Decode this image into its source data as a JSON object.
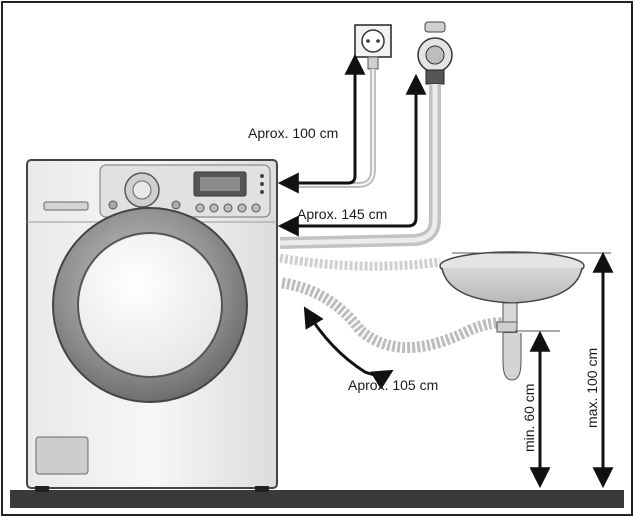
{
  "labels": {
    "power_cord": "Aprox. 100 cm",
    "inlet_hose": "Aprox. 145 cm",
    "drain_hose": "Aprox. 105 cm",
    "min_drain_height": "min. 60 cm",
    "max_drain_height": "max. 100 cm"
  }
}
